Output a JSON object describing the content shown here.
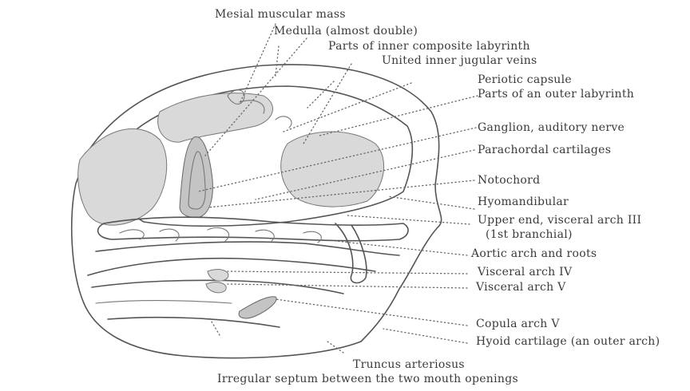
{
  "labels": {
    "mesial_mass": "Mesial muscular mass",
    "medulla": "Medulla (almost double)",
    "inner_labyrinth": "Parts of inner composite labyrinth",
    "jugular_veins": "United inner jugular veins",
    "periotic": "Periotic capsule",
    "outer_labyrinth": "Parts of an outer labyrinth",
    "ganglion": "Ganglion, auditory nerve",
    "parachordal": "Parachordal cartilages",
    "notochord": "Notochord",
    "hyomandibular": "Hyomandibular",
    "visceral_iii_a": "Upper end, visceral arch III",
    "visceral_iii_b": "(1st branchial)",
    "aortic": "Aortic arch and roots",
    "visceral_iv": "Visceral arch IV",
    "visceral_v": "Visceral arch V",
    "copula": "Copula arch V",
    "hyoid": "Hyoid cartilage (an outer arch)",
    "truncus": "Truncus arteriosus",
    "septum": "Irregular septum between the two mouth openings"
  }
}
